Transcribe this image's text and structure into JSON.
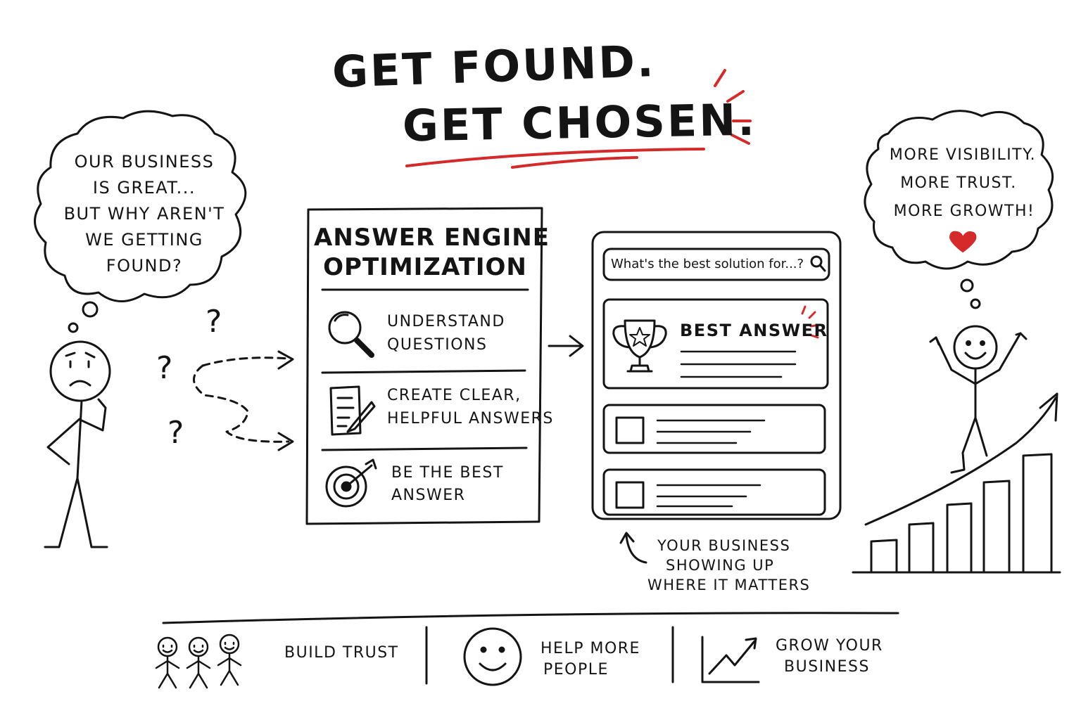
{
  "headline": {
    "line1": "GET FOUND.",
    "line2": "GET CHOSEN."
  },
  "left_thought": {
    "lines": [
      "OUR BUSINESS",
      "IS GREAT...",
      "BUT WHY AREN'T",
      "WE GETTING",
      "FOUND?"
    ]
  },
  "question_marks": [
    "?",
    "?",
    "?"
  ],
  "aeo_panel": {
    "title_line1": "ANSWER ENGINE",
    "title_line2": "OPTIMIZATION",
    "steps": [
      {
        "icon": "magnifier-icon",
        "line1": "UNDERSTAND",
        "line2": "QUESTIONS"
      },
      {
        "icon": "document-pencil-icon",
        "line1": "CREATE CLEAR,",
        "line2": "HELPFUL ANSWERS"
      },
      {
        "icon": "target-arrow-icon",
        "line1": "BE THE BEST",
        "line2": "ANSWER"
      }
    ]
  },
  "search_panel": {
    "query": "What's the best solution for...?",
    "best_answer_label": "BEST ANSWER"
  },
  "caption": {
    "lines": [
      "YOUR BUSINESS",
      "SHOWING UP",
      "WHERE IT MATTERS"
    ]
  },
  "right_thought": {
    "lines": [
      "MORE VISIBILITY.",
      "MORE TRUST.",
      "MORE GROWTH!"
    ]
  },
  "benefits": [
    {
      "icon": "people-group-icon",
      "line1": "BUILD TRUST",
      "line2": ""
    },
    {
      "icon": "smiley-face-icon",
      "line1": "HELP MORE",
      "line2": "PEOPLE"
    },
    {
      "icon": "growth-chart-icon",
      "line1": "GROW YOUR",
      "line2": "BUSINESS"
    }
  ],
  "colors": {
    "ink": "#141414",
    "accent_red": "#d42a2a",
    "paper": "#ffffff"
  }
}
